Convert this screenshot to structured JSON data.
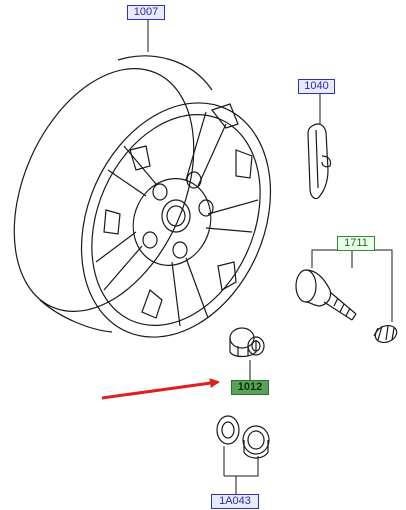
{
  "callouts": {
    "wheel": "1007",
    "trim": "1040",
    "valve": "1711",
    "nut": "1012",
    "washer_set": "1A043"
  },
  "colors": {
    "line": "#1a1a1a",
    "label_blue": "#3030c0",
    "label_green": "#2e8b2e",
    "label_highlight_fill": "#5aa05a",
    "arrow": "#e02020"
  }
}
